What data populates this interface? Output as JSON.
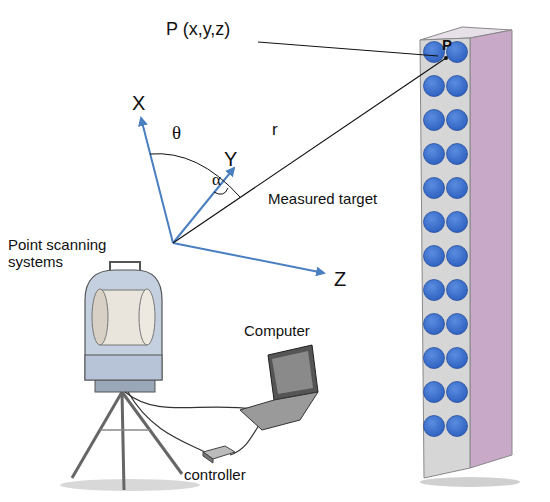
{
  "diagram": {
    "labels": [
      "P (x,y,z)",
      "P",
      "X",
      "Y",
      "Z",
      "θ",
      "α",
      "r",
      "Point scanning systems",
      "Measured target",
      "Computer",
      "controller"
    ]
  }
}
